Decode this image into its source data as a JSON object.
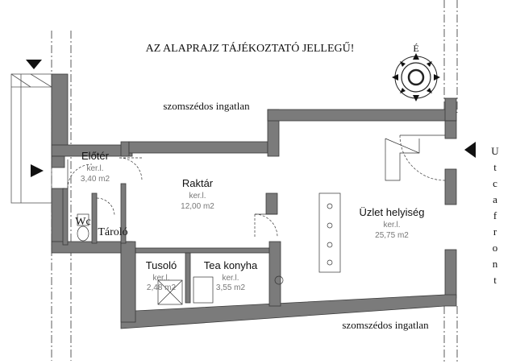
{
  "notice": "AZ ALAPRAJZ TÁJÉKOZTATÓ JELLEGŰ!",
  "compass_label": "É",
  "neighbor_top": "szomszédos ingatlan",
  "neighbor_bottom": "szomszédos ingatlan",
  "street_label": [
    "U",
    "t",
    "c",
    "a",
    "f",
    "r",
    "o",
    "n",
    "t"
  ],
  "rooms": [
    {
      "id": "eloter",
      "name": "Előtér",
      "sub": "ker.l.",
      "area": "3,40 m2"
    },
    {
      "id": "raktar",
      "name": "Raktár",
      "sub": "ker.l.",
      "area": "12,00 m2"
    },
    {
      "id": "uzlet",
      "name": "Üzlet helyiség",
      "sub": "ker.l.",
      "area": "25,75 m2"
    },
    {
      "id": "wc",
      "name": "Wc"
    },
    {
      "id": "tarolo",
      "name": "Tároló"
    },
    {
      "id": "tusolo",
      "name": "Tusoló",
      "sub": "ker.l.",
      "area": "2,48 m2"
    },
    {
      "id": "tea",
      "name": "Tea konyha",
      "sub": "ker.l.",
      "area": "3,55 m2"
    }
  ],
  "colors": {
    "wall": "#7b7b7b",
    "wall_edge": "#3a3a3a",
    "line": "#222222",
    "text": "#111111",
    "subtext": "#777777"
  }
}
